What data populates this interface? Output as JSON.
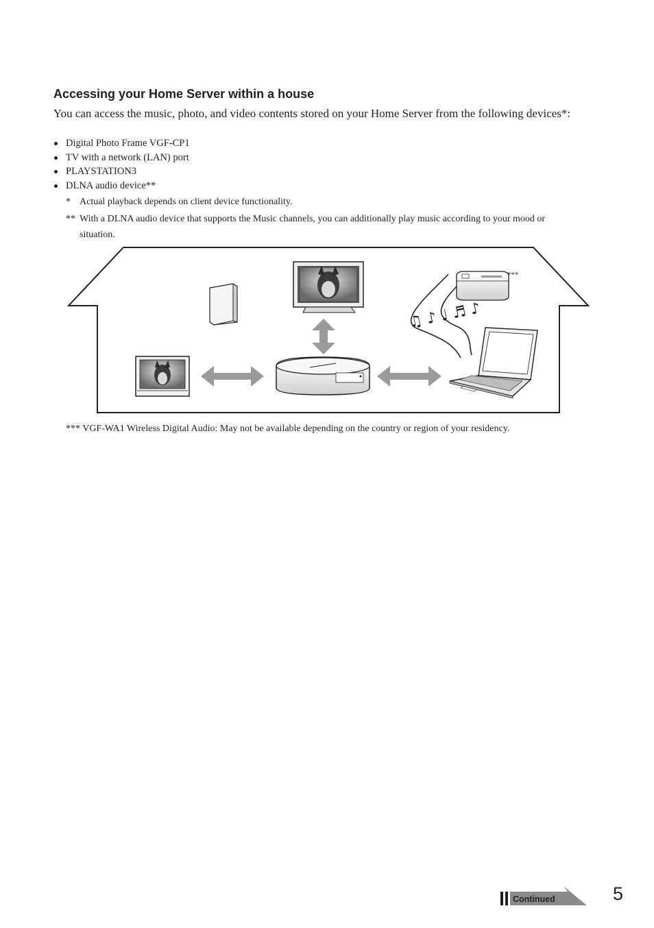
{
  "heading": "Accessing your Home Server within a house",
  "intro": "You can access the music, photo, and video contents stored on your Home Server from the following devices*:",
  "bullets": [
    "Digital Photo Frame VGF-CP1",
    "TV with a network (LAN) port",
    "PLAYSTATION3",
    "DLNA audio device**"
  ],
  "notes": [
    {
      "mark": "*",
      "text": "Actual playback depends on client device functionality."
    },
    {
      "mark": "**",
      "text": "With a DLNA audio device that supports the Music channels, you can additionally play music according to your mood or situation."
    }
  ],
  "figure": {
    "audio_marker": "***",
    "music_notes": "♫ ♪ ♩ ♬ ♪"
  },
  "footnote": "*** VGF-WA1 Wireless Digital Audio: May not be available depending on the country or region of your residency.",
  "footer": {
    "continued_label": "Continued",
    "page_number": "5"
  }
}
